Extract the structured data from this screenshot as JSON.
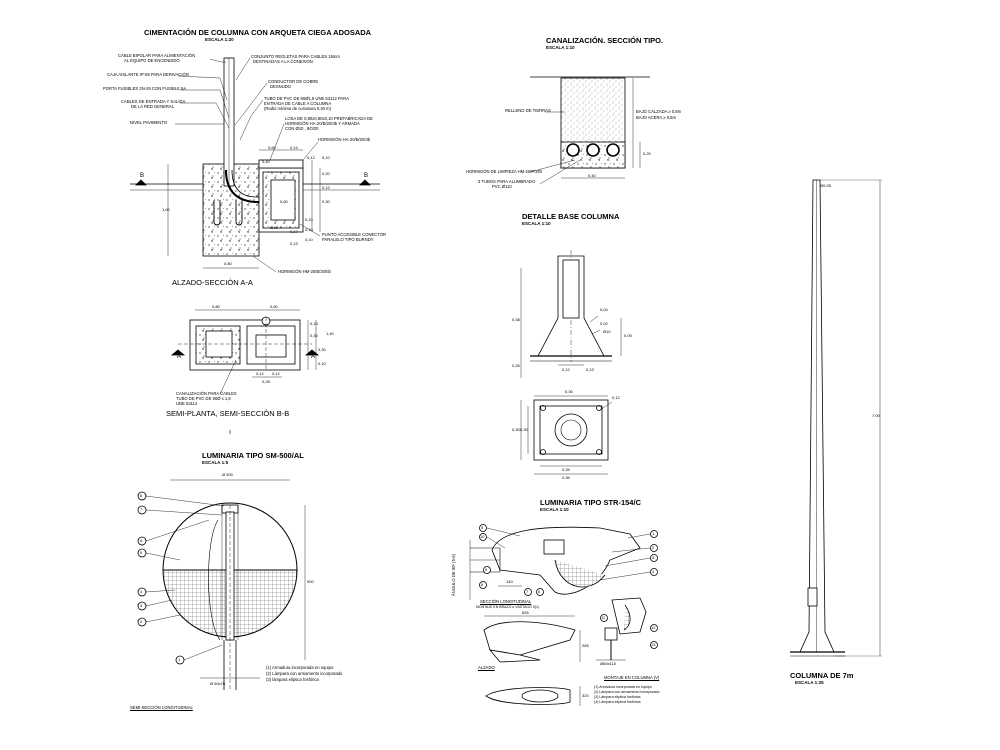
{
  "cimentacion": {
    "title": "CIMENTACIÓN DE COLUMNA CON ARQUETA CIEGA ADOSADA",
    "scale": "ESCALA 1:20",
    "labels": [
      "CABLE BIPOLAR PARA ALIMENTACIÓN",
      "AL EQUIPO DE ENCENDIDO",
      "CAJA AISLANTE IP-55 PARA DERIVACIÓN",
      "PORTA FUSIBLES 2N-25 CON FUSIBLE 6A",
      "CABLES DE ENTRADA Y SALIDA",
      "DE LA RED GENERAL",
      "NIVEL PAVIMENTO",
      "CONJUNTO REGLETAS PARA CABLES 16mm",
      "DESTINADAS A LA CONEXIÓN",
      "CONDUCTOR DE COBRE",
      "DESNUDO",
      "TUBO DE PVC DE 90Ø1,8 UNE 53112 PARA",
      "ENTRADA DE CABLE A COLUMNA",
      "(Radio mínimo de curvatura 0,40 m)",
      "LOSA DE 0,80x0,80x0,10 PREFABRICADA DE",
      "HORMIGÓN HA-20/B/20/IIb Y ARMADA",
      "CON Ø10 , 8/0/20",
      "HORMIGÓN HA-20/B/20/IIb",
      "PUNTO ACCESIBLE CONECTOR",
      "PARALELO TIPO BURNDY",
      "HORMIGÓN HM-20/B/20/IIb"
    ],
    "dims": [
      "0,60",
      "0,14",
      "0,12",
      "0,10",
      "0,20",
      "0,12",
      "0,30",
      "1,00",
      "0,46",
      "0,17",
      "0,10",
      "0,10",
      "0,10",
      "0,13",
      "0,80",
      "0,40",
      "0,60"
    ],
    "section_mark": "B",
    "section_caption": "ALZADO-SECCIÓN A-A"
  },
  "semiplanta": {
    "dims": [
      "0,80",
      "0,60",
      "1,40",
      "0,10",
      "0,30",
      "0,30",
      "0,10",
      "0,12",
      "0,12",
      "0,28"
    ],
    "note": [
      "CANALIZACIÓN PARA CABLES",
      "TUBO DE PVC DE 90Ø x 1,8",
      "UNE 53112"
    ],
    "section_mark": "A",
    "caption": "SEMI-PLANTA, SEMI-SECCIÓN B-B"
  },
  "canalizacion": {
    "title": "CANALIZACIÓN. SECCIÓN TIPO.",
    "scale": "ESCALA 1:10",
    "labels": [
      "RELLENO DE TIERRAS",
      "BAJO CALZADA ≥ 0,8m",
      "BAJO ACERA ≥ 0,6m",
      "HORMIGÓN DE LIMPIEZA HM-20/P/20/I",
      "3 TUBOS PARA ALUMBRADO",
      "PVC Ø110"
    ],
    "dims": [
      "0,20",
      "0,40"
    ]
  },
  "base_columna": {
    "title": "DETALLE BASE COLUMNA",
    "scale": "ESCALA 1:10",
    "dims": [
      "0,04",
      "0,02",
      "0,38",
      "Ø10",
      "0,05",
      "0,12",
      "0,13",
      "0,26",
      "0,12",
      "0,30",
      "0,30",
      "0,30",
      "0,26",
      "0,36"
    ]
  },
  "columna": {
    "top_label": "Ø0,05",
    "height": "7,00",
    "caption": "COLUMNA DE 7m",
    "scale": "ESCALA 1:25"
  },
  "luminaria_sm": {
    "title": "LUMINARIA TIPO SM-500/AL",
    "scale": "ESCALA 1:5",
    "top_dim": "Ø 500",
    "side_dim": "500",
    "bottom_dim": "Ø 60x70",
    "callouts": [
      "6",
      "7",
      "6",
      "5",
      "4",
      "3",
      "2",
      "1"
    ],
    "legend": [
      "(1) Armadura incorporada en equipo",
      "(2) Lámpara con armamento incorporado",
      "(3) lámpara elíptica fosfórica"
    ],
    "caption": "SEMI-SECCIÓN LONGITUDINAL"
  },
  "luminaria_str": {
    "title": "LUMINARIA TIPO STR-154/C",
    "scale": "ESCALA 1:10",
    "callouts_left": [
      "5",
      "10",
      "9",
      "8",
      "7",
      "6"
    ],
    "callouts_right": [
      "1",
      "2",
      "3",
      "4"
    ],
    "caption_section": "SECCIÓN LONGITUDINAL",
    "section_note": "MONTAJE EN BRAZO o VÁSTAGO 0(1)",
    "side_label": "ÁNGULO DE 90º (5-6)",
    "dim_140": "140",
    "alzado": "ALZADO",
    "dim_626": "626",
    "dim_285": "285",
    "dim_320": "320",
    "detail_dim": "Ø60x110",
    "detail_callouts": [
      "11",
      "12",
      "13"
    ],
    "column_note": "MONTAJE EN COLUMNA (V)",
    "legend": [
      "(1) Armadura incorporada en equipo",
      "(2) Lámpara con armamento incorporado",
      "(3) Lámpara elíptica fosfórica",
      "(4) Lámpara elíptica fosfórica"
    ]
  }
}
